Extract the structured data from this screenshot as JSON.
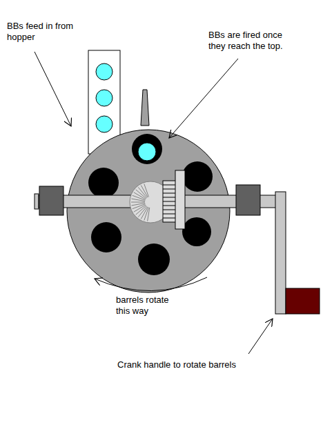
{
  "diagram": {
    "labels": [
      "BBs feed in from hopper",
      "BBs are fired once they reach the top.",
      "barrels rotate this way",
      "Crank handle to rotate barrels"
    ]
  }
}
